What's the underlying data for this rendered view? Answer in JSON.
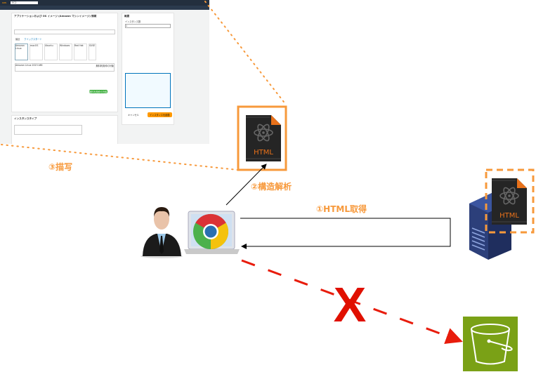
{
  "screenshot": {
    "search": "EC2",
    "section_ami_title": "アプリケーションおよび OS イメージ (Amazon マシンイメージ) 情報",
    "tabs": [
      "最近",
      "クイックスタート"
    ],
    "ami_cards": [
      "Amazon Linux",
      "macOS",
      "Ubuntu",
      "Windows",
      "Red Hat",
      "SUSE"
    ],
    "ami_selected": "Amazon Linux 2023 AMI",
    "free_tier": "無料利用枠の対象",
    "summary_title": "概要",
    "instance_count_label": "インスタンス数",
    "instance_count": "1",
    "cancel": "キャンセル",
    "launch": "インスタンスを起動",
    "instance_type_title": "インスタンスタイプ"
  },
  "labels": {
    "step1": "①HTML取得",
    "step2": "②構造解析",
    "step3": "③描写",
    "html_file": "HTML",
    "blocked": "X"
  },
  "colors": {
    "accent_orange": "#f7993b",
    "blocked_red": "#e81c0c",
    "bucket_green": "#7aa116",
    "server_blue": "#2c3f7a"
  }
}
